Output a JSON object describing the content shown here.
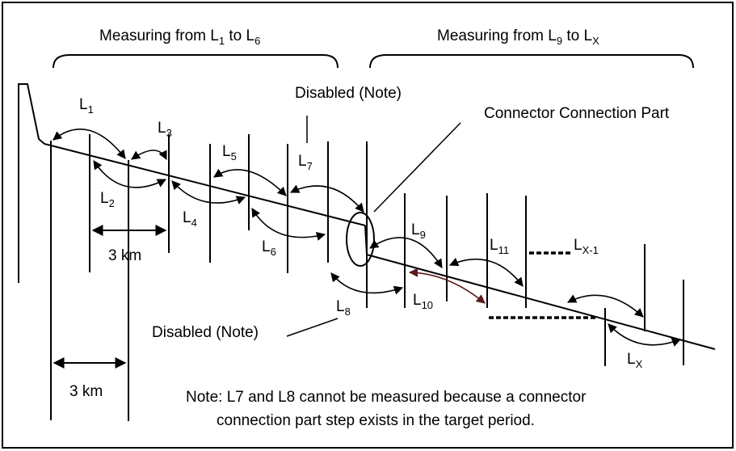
{
  "headers": {
    "left": {
      "text": "Measuring from L",
      "sub1": "1",
      "mid": " to L",
      "sub2": "6"
    },
    "right": {
      "text": "Measuring from L",
      "sub1": "9",
      "mid": " to L",
      "sub2": "X"
    }
  },
  "labels": {
    "disabled_top": "Disabled (Note)",
    "disabled_bottom": "Disabled (Note)",
    "connector": "Connector Connection Part",
    "distance_mid": "3 km",
    "distance_bottom": "3 km"
  },
  "spans": [
    {
      "base": "L",
      "sub": "1"
    },
    {
      "base": "L",
      "sub": "2"
    },
    {
      "base": "L",
      "sub": "3"
    },
    {
      "base": "L",
      "sub": "4"
    },
    {
      "base": "L",
      "sub": "5"
    },
    {
      "base": "L",
      "sub": "6"
    },
    {
      "base": "L",
      "sub": "7"
    },
    {
      "base": "L",
      "sub": "8"
    },
    {
      "base": "L",
      "sub": "9"
    },
    {
      "base": "L",
      "sub": "10"
    },
    {
      "base": "L",
      "sub": "11"
    },
    {
      "base": "L",
      "sub": "X-1"
    },
    {
      "base": "L",
      "sub": "X"
    }
  ],
  "note": {
    "line1": "Note: L7 and L8 cannot be measured because a connector",
    "line2": "connection part step exists in the target period."
  },
  "colors": {
    "stroke": "#000000",
    "accent_arrow": "#5a1a1a",
    "frame": "#000000"
  }
}
